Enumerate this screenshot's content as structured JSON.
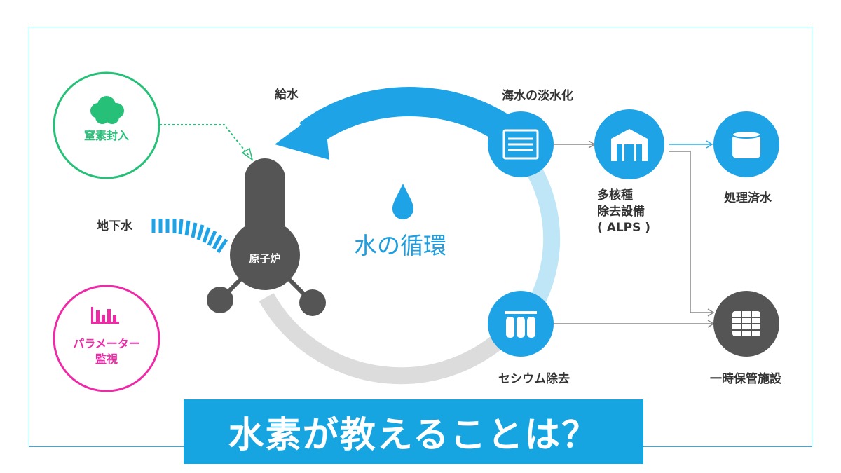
{
  "diagram": {
    "center_label": "水の循環",
    "water_supply": "給水",
    "desalination": "海水の淡水化",
    "alps": [
      "多核種",
      "除去設備",
      "( ALPS )"
    ],
    "treated_water": "処理済水",
    "cesium_removal": "セシウム除去",
    "temporary_storage": "一時保管施設",
    "groundwater": "地下水",
    "reactor": "原子炉",
    "nitrogen": "窒素封入",
    "parameter_monitoring": [
      "パラメーター",
      "監視"
    ]
  },
  "banner": {
    "text": "水素が教えることは？"
  },
  "colors": {
    "accent_blue": "#1ea3e6",
    "light_blue": "#bfe6f7",
    "green": "#27c079",
    "pink": "#ee2aa6",
    "dark_gray": "#555555",
    "ring_gray": "#dcdcdc"
  }
}
